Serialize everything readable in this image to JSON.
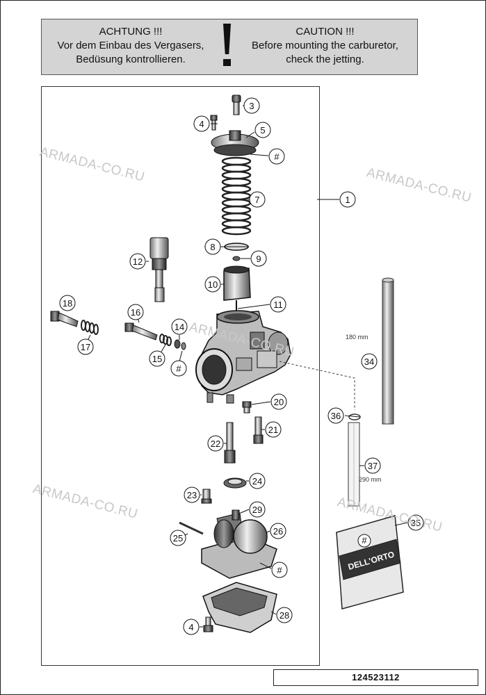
{
  "caution": {
    "de_title": "ACHTUNG !!!",
    "de_line1": "Vor dem Einbau des Vergasers,",
    "de_line2": "Bedüsung kontrollieren.",
    "en_title": "CAUTION !!!",
    "en_line1": "Before mounting the carburetor,",
    "en_line2": "check the jetting."
  },
  "callouts": [
    "1",
    "3",
    "4",
    "5",
    "#",
    "7",
    "8",
    "9",
    "10",
    "11",
    "12",
    "14",
    "15",
    "16",
    "17",
    "18",
    "#",
    "20",
    "21",
    "22",
    "23",
    "24",
    "25",
    "26",
    "29",
    "#",
    "28",
    "4",
    "34",
    "35",
    "36",
    "37"
  ],
  "dimensions": {
    "tube_34": "180 mm",
    "tube_37": "290 mm"
  },
  "package_label": "DELL'ORTO",
  "watermark": "ARMADA-CO.RU",
  "document_number": "124523112"
}
